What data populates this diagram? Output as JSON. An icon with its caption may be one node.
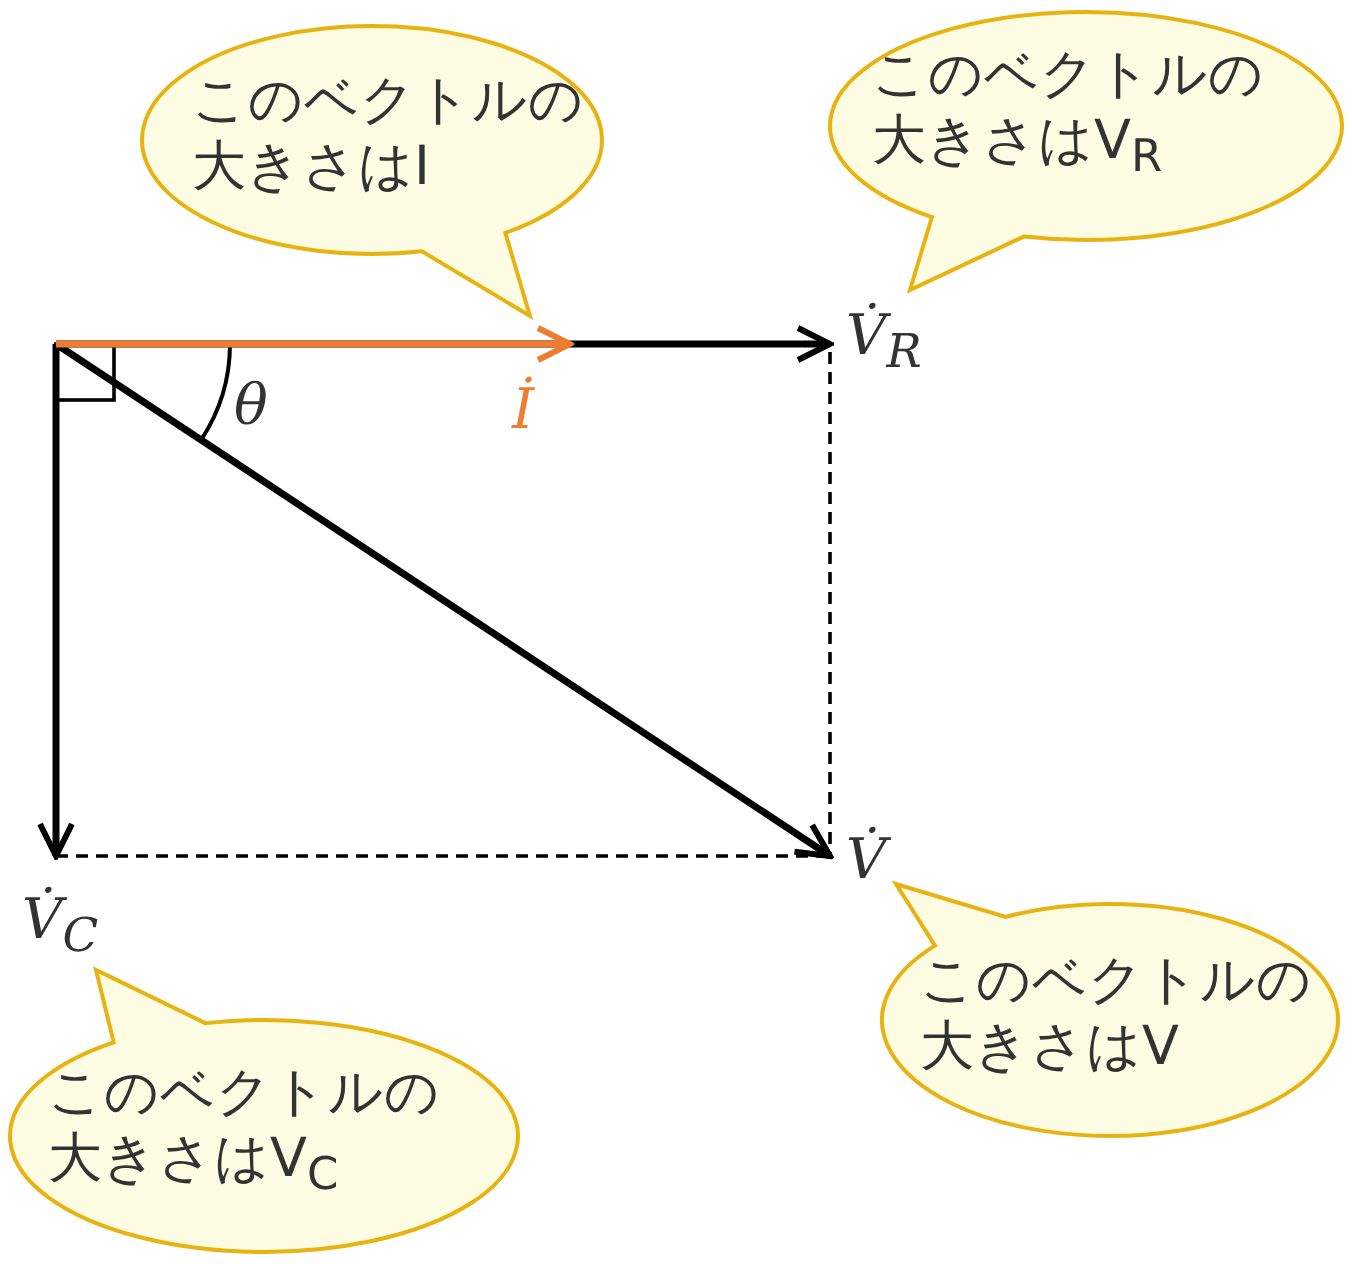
{
  "diagram": {
    "nodes": [
      {
        "text": [
          "このベクトルの大きさはI"
        ]
      },
      {
        "text": [
          "このベクトルの大きさはV$_{R}$"
        ]
      },
      {
        "text": [
          "このベクトルの大きさはV"
        ]
      },
      {
        "text": [
          "このベクトルの大きさはV$_{C}$"
        ]
      }
    ],
    "labels": [
      "V̇$_{R}$",
      "θ",
      "İ",
      "V̇",
      "V̇$_{C}$"
    ]
  }
}
